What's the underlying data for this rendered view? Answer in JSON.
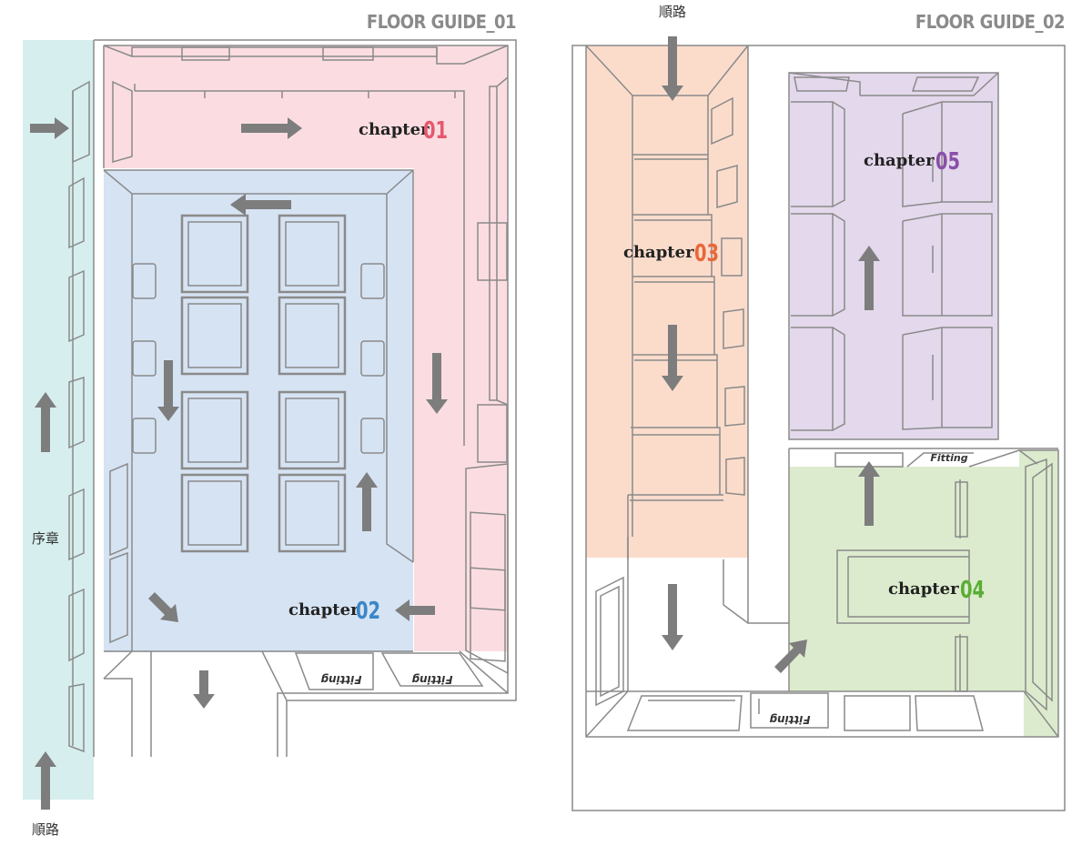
{
  "floor_guide_1": {
    "title": "FLOOR GUIDE_01",
    "prologue_label": "序章",
    "route_label": "順路",
    "chapters": [
      {
        "word": "chapter",
        "num": "01",
        "color": "#e5586e"
      },
      {
        "word": "chapter",
        "num": "02",
        "color": "#3b86c8"
      }
    ],
    "fitting_labels": [
      "Fitting",
      "Fitting"
    ]
  },
  "floor_guide_2": {
    "title": "FLOOR GUIDE_02",
    "route_label": "順路",
    "chapters": [
      {
        "word": "chapter",
        "num": "03",
        "color": "#e8673a"
      },
      {
        "word": "chapter",
        "num": "04",
        "color": "#5aad36"
      },
      {
        "word": "chapter",
        "num": "05",
        "color": "#8a4fa7"
      }
    ],
    "fitting_labels": [
      "Fitting",
      "Fitting"
    ]
  },
  "zone_colors": {
    "prologue": "#d6eeee",
    "chapter01": "#fbdde1",
    "chapter02": "#d6e3f3",
    "chapter03": "#fbdccb",
    "chapter04": "#dcebcd",
    "chapter05": "#e4d8ec"
  }
}
